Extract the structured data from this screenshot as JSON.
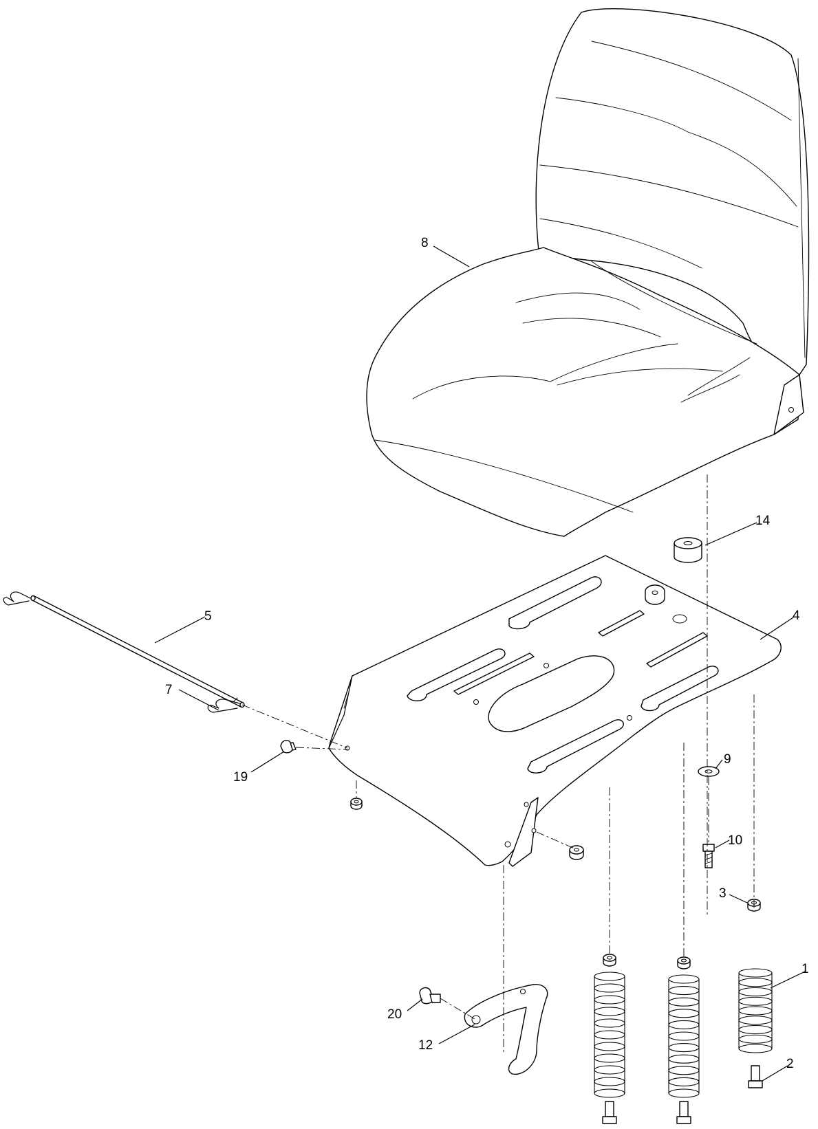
{
  "diagram": {
    "callouts": [
      {
        "id": "callout-8",
        "label": "8"
      },
      {
        "id": "callout-14",
        "label": "14"
      },
      {
        "id": "callout-5",
        "label": "5"
      },
      {
        "id": "callout-4",
        "label": "4"
      },
      {
        "id": "callout-7",
        "label": "7"
      },
      {
        "id": "callout-9",
        "label": "9"
      },
      {
        "id": "callout-19",
        "label": "19"
      },
      {
        "id": "callout-10",
        "label": "10"
      },
      {
        "id": "callout-3",
        "label": "3"
      },
      {
        "id": "callout-1",
        "label": "1"
      },
      {
        "id": "callout-20",
        "label": "20"
      },
      {
        "id": "callout-12",
        "label": "12"
      },
      {
        "id": "callout-2",
        "label": "2"
      }
    ]
  }
}
